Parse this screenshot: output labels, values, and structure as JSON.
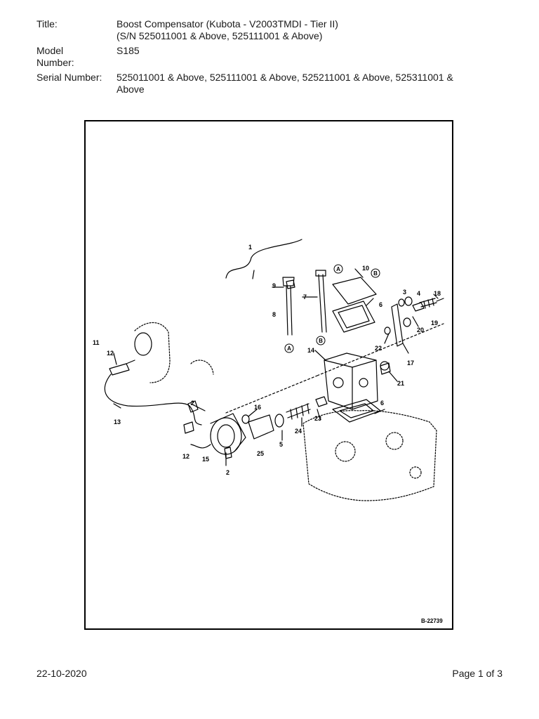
{
  "header": {
    "title_label": "Title:",
    "title_line1": "Boost Compensator (Kubota - V2003TMDI - Tier II)",
    "title_line2": "(S/N 525011001 & Above, 525111001 & Above)",
    "model_label_line1": "Model",
    "model_label_line2": "Number:",
    "model_value": "S185",
    "serial_label": "Serial Number:",
    "serial_line1": "525011001 & Above, 525111001 & Above, 525211001 & Above, 525311001 &",
    "serial_line2": "Above"
  },
  "diagram": {
    "callouts": [
      "1",
      "2",
      "2",
      "3",
      "4",
      "5",
      "6",
      "6",
      "7",
      "8",
      "9",
      "10",
      "11",
      "12",
      "12",
      "13",
      "14",
      "15",
      "16",
      "17",
      "18",
      "19",
      "20",
      "21",
      "22",
      "23",
      "24",
      "25"
    ],
    "ref_markers": [
      "A",
      "B",
      "A",
      "B"
    ],
    "figure_id": "B-22739"
  },
  "footer": {
    "date": "22-10-2020",
    "page": "Page 1 of 3"
  }
}
